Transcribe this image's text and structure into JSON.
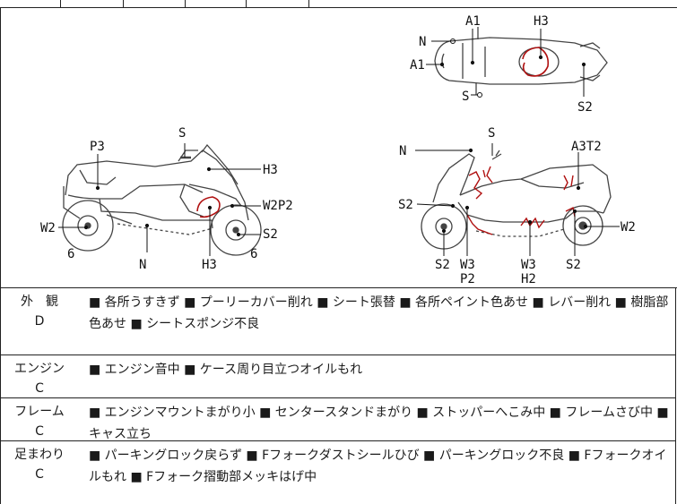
{
  "diagram_labels": {
    "left": {
      "s": "S",
      "p3": "P3",
      "h3_top": "H3",
      "w2p2": "W2P2",
      "w2": "W2",
      "s2": "S2",
      "n": "N",
      "h3_bottom": "H3",
      "six_left": "6",
      "six_right": "6"
    },
    "right": {
      "n": "N",
      "s": "S",
      "a3t2": "A3T2",
      "s2_left": "S2",
      "w2": "W2",
      "s2_bottom": "S2",
      "w3p2_a": "W3",
      "w3p2_b": "P2",
      "w3h2_a": "W3",
      "w3h2_b": "H2",
      "s2_right": "S2"
    },
    "top_view": {
      "a1_top": "A1",
      "h3": "H3",
      "n": "N",
      "a1_left": "A1",
      "s": "S",
      "s2": "S2"
    }
  },
  "conditions": [
    {
      "category": "外　観",
      "grade": "D",
      "text": "■ 各所うすきず ■ プーリーカバー削れ ■ シート張替 ■ 各所ペイント色あせ ■ レバー削れ ■ 樹脂部色あせ ■ シートスポンジ不良"
    },
    {
      "category": "エンジン",
      "grade": "C",
      "text": "■ エンジン音中 ■ ケース周り目立つオイルもれ"
    },
    {
      "category": "フレーム",
      "grade": "C",
      "text": "■ エンジンマウントまがり小 ■ センタースタンドまがり ■ ストッパーへこみ中 ■ フレームさび中 ■ キャス立ち"
    },
    {
      "category": "足まわり",
      "grade": "C",
      "text": "■ パーキングロック戻らず ■ Fフォークダストシールひび ■ パーキングロック不良 ■ Fフォークオイルもれ ■ Fフォーク摺動部メッキはげ中"
    }
  ],
  "colors": {
    "line": "#222222",
    "damage_mark": "#b01010"
  }
}
